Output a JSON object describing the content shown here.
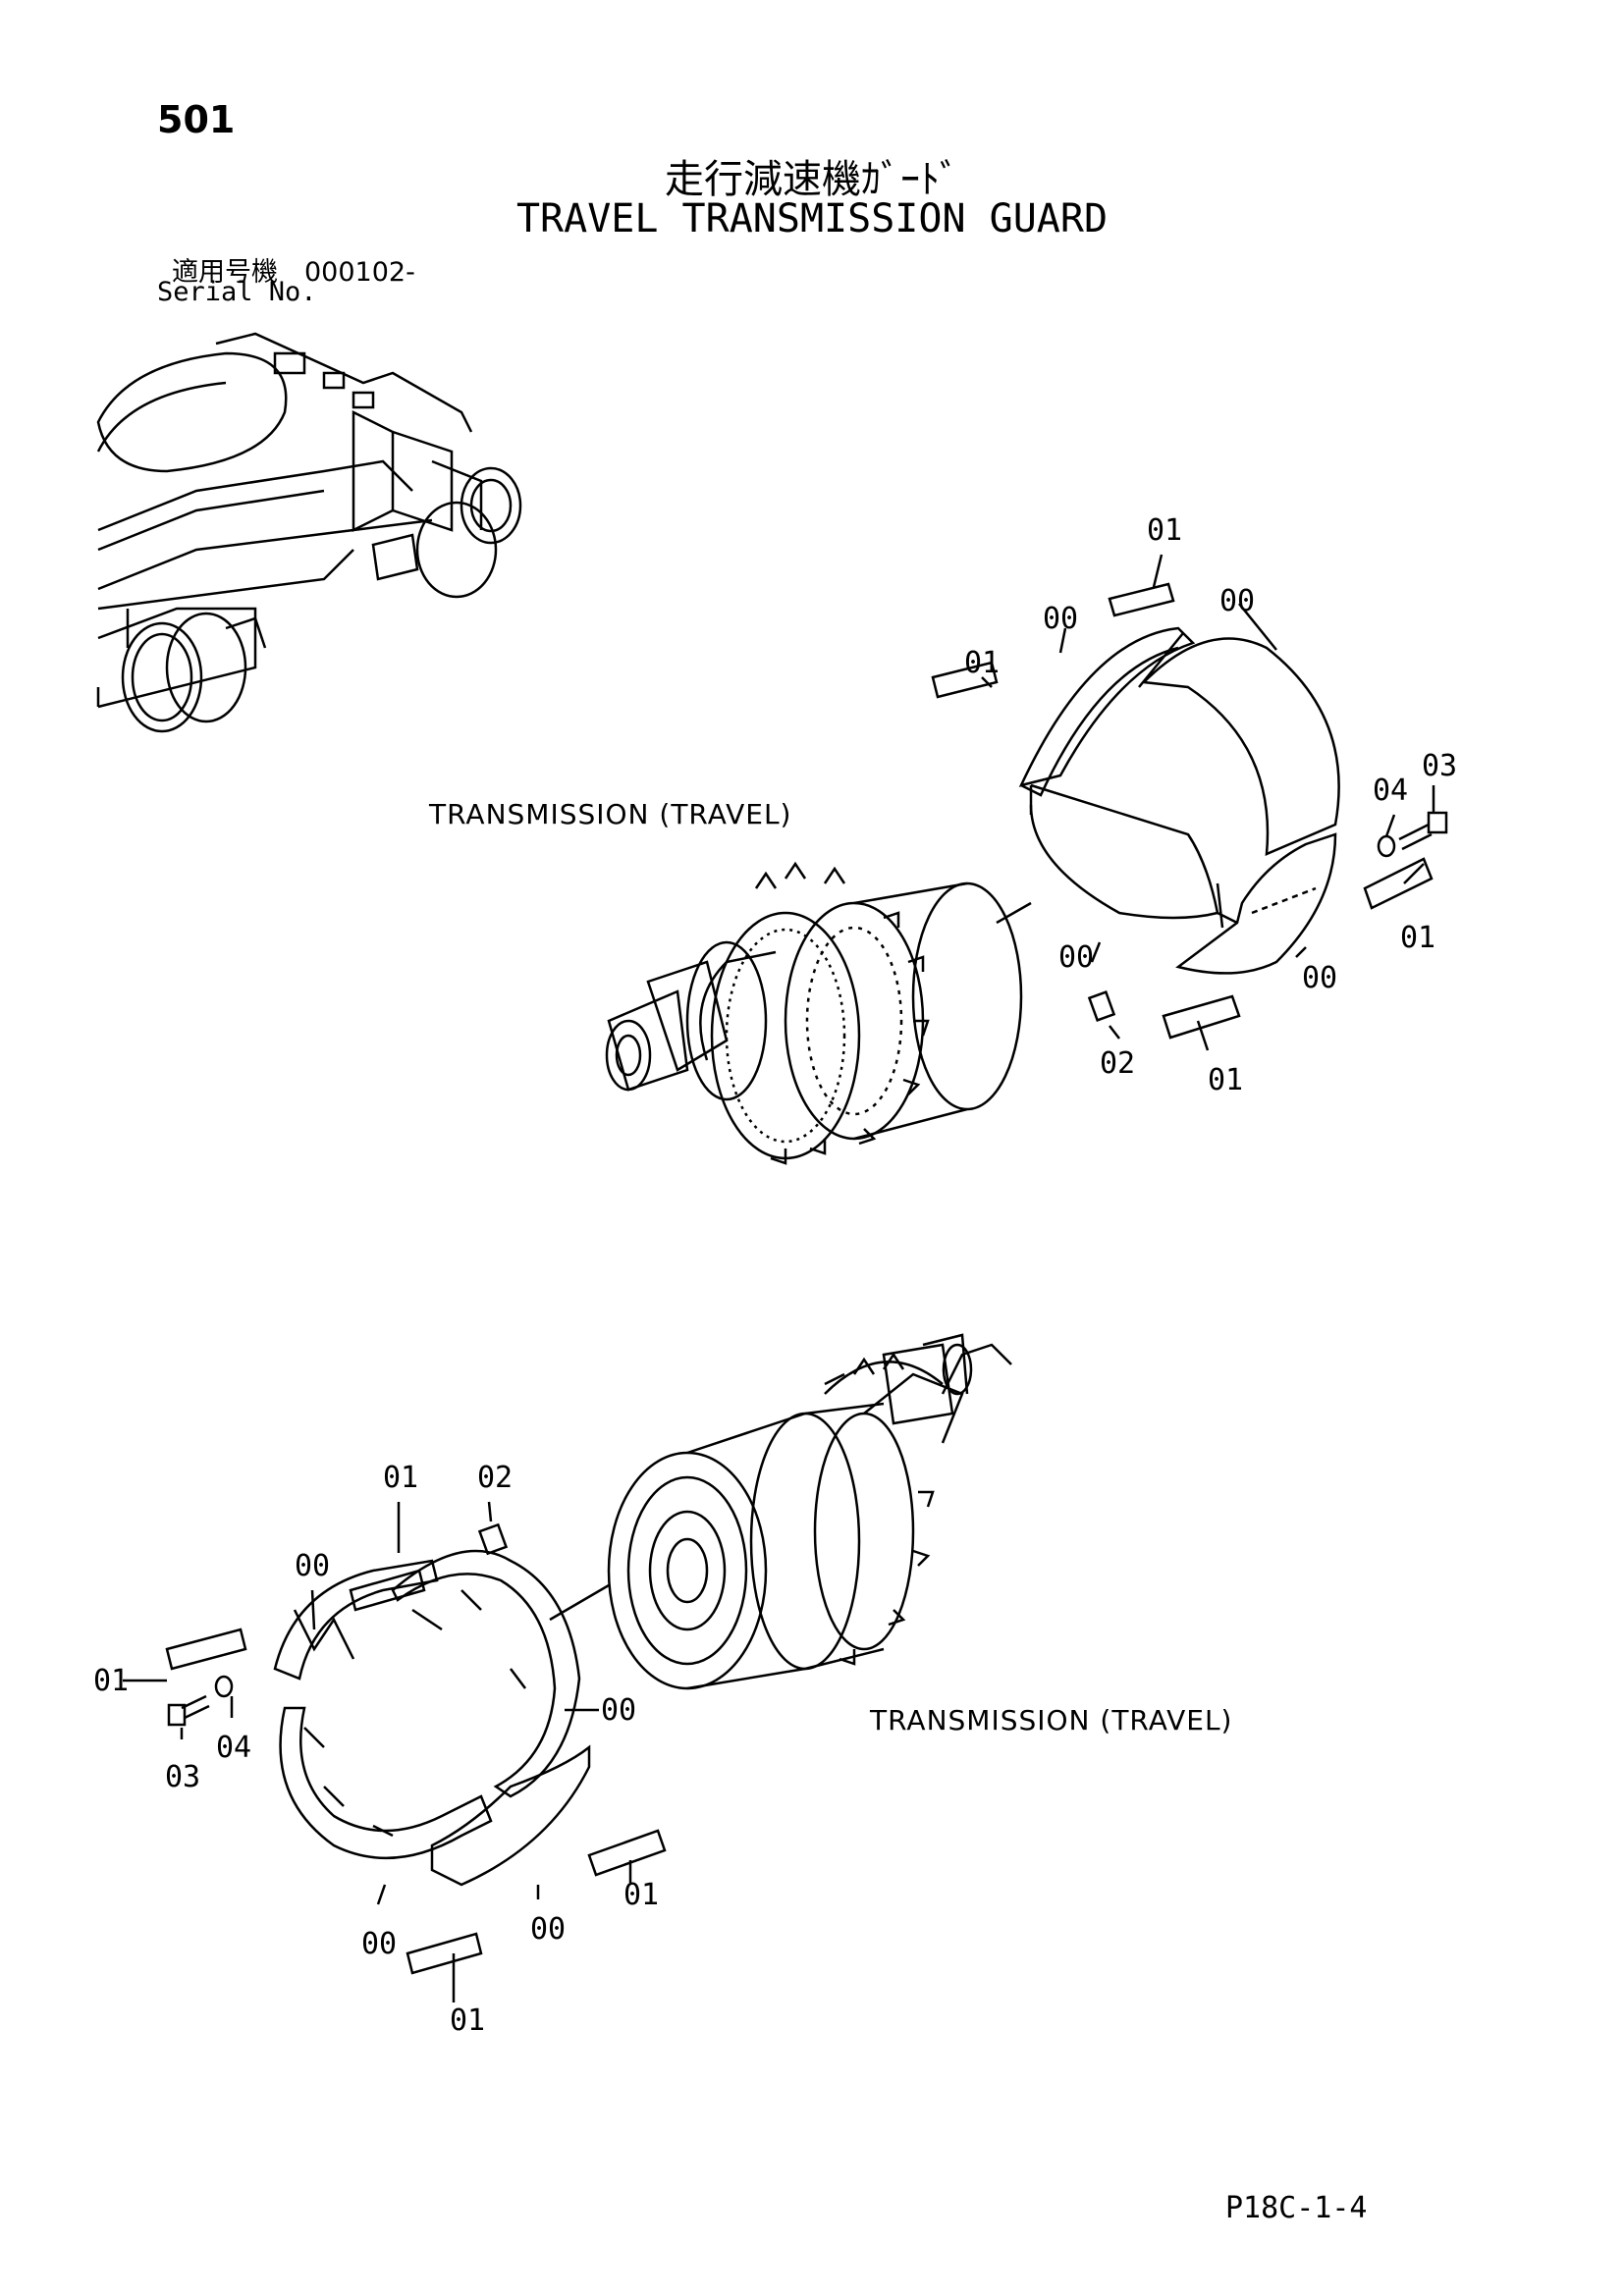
{
  "header": {
    "page_number": "501",
    "title_jp": "走行減速機ｶﾞｰﾄﾞ",
    "title_en": "TRAVEL TRANSMISSION GUARD",
    "serial_jp": "適用号機　000102-",
    "serial_en": "Serial No."
  },
  "captions": {
    "top": "TRANSMISSION (TRAVEL)",
    "bottom": "TRANSMISSION (TRAVEL)"
  },
  "callouts_top": [
    "01",
    "00",
    "00",
    "01",
    "04",
    "03",
    "00",
    "01",
    "00",
    "02",
    "01"
  ],
  "callouts_bottom": [
    "01",
    "02",
    "00",
    "01",
    "03",
    "04",
    "00",
    "01",
    "00",
    "00",
    "01"
  ],
  "footer": {
    "page_code": "P18C-1-4"
  }
}
